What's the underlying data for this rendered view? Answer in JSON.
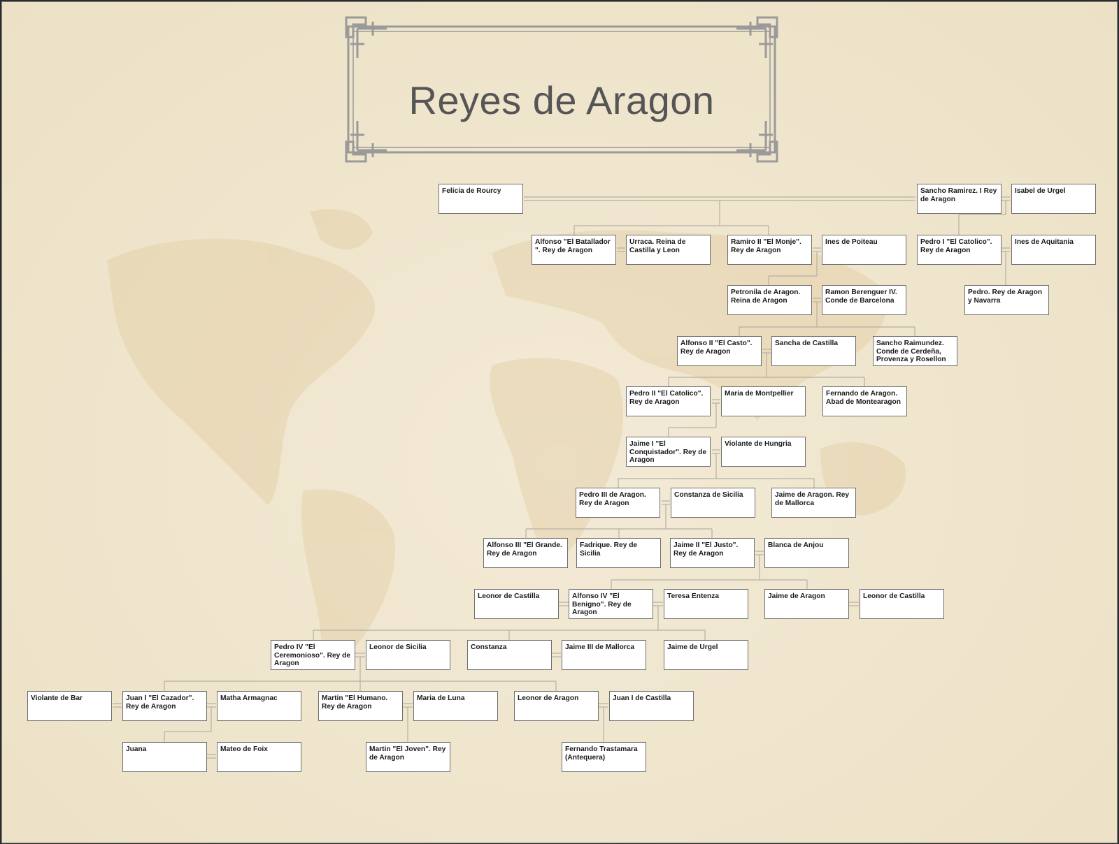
{
  "title": "Reyes de Aragon",
  "colors": {
    "background": "#efe5cc",
    "box_border": "#6f6f6f",
    "connector": "#b5b0a4",
    "title": "#555555"
  },
  "people": {
    "felicia": "Felicia de Rourcy",
    "sancho_ramirez": "Sancho Ramirez. I Rey de Aragon",
    "isabel_urgel": "Isabel de Urgel",
    "alfonso_batallador": "Alfonso \"El Batallador \". Rey de Aragon",
    "urraca": "Urraca. Reina de Castilla y Leon",
    "ramiro_ii": "Ramiro II \"El Monje\". Rey de Aragon",
    "ines_poiteau": "Ines de Poiteau",
    "pedro_i": "Pedro I \"El Catolico\". Rey de Aragon",
    "ines_aquitania": "Ines de Aquitania",
    "petronila": "Petronila de Aragon. Reina de Aragon",
    "ramon_berenguer": "Ramon Berenguer IV. Conde de Barcelona",
    "pedro_navarra": "Pedro. Rey de Aragon y Navarra",
    "alfonso_ii": "Alfonso II \"El Casto\". Rey de Aragon",
    "sancha_castilla": "Sancha de Castilla",
    "sancho_raimundez": "Sancho Raimundez. Conde de Cerdeña, Provenza y Rosellon",
    "pedro_ii": "Pedro II \"El Catolico\". Rey de Aragon",
    "maria_montpellier": "Maria de Montpellier",
    "fernando_abad": "Fernando de Aragon. Abad de Montearagon",
    "jaime_i": "Jaime I \"El Conquistador\". Rey de Aragon",
    "violante_hungria": "Violante de Hungria",
    "pedro_iii": "Pedro III de Aragon. Rey de Aragon",
    "constanza_sicilia": "Constanza de Sicilia",
    "jaime_mallorca": "Jaime de Aragon. Rey de Mallorca",
    "alfonso_iii": "Alfonso III \"El Grande. Rey de Aragon",
    "fadrique": "Fadrique. Rey de Sicilia",
    "jaime_ii": "Jaime II \"El Justo\". Rey de Aragon",
    "blanca_anjou": "Blanca de Anjou",
    "leonor_castilla_1": "Leonor de Castilla",
    "alfonso_iv": "Alfonso IV \"El Benigno\". Rey de Aragon",
    "teresa_entenza": "Teresa Entenza",
    "jaime_aragon": "Jaime de Aragon",
    "leonor_castilla_2": "Leonor de Castilla",
    "pedro_iv": "Pedro IV \"El Ceremonioso\". Rey de Aragon",
    "leonor_sicilia": "Leonor de Sicilia",
    "constanza": "Constanza",
    "jaime_iii_mallorca": "Jaime III de Mallorca",
    "jaime_urgel": "Jaime de Urgel",
    "violante_bar": "Violante de Bar",
    "juan_i": "Juan I \"El Cazador\". Rey de Aragon",
    "matha_armagnac": "Matha Armagnac",
    "martin_humano": "Martin \"El Humano. Rey de Aragon",
    "maria_luna": "Maria de Luna",
    "leonor_aragon": "Leonor de Aragon",
    "juan_i_castilla": "Juan I de Castilla",
    "juana": "Juana",
    "mateo_foix": "Mateo de Foix",
    "martin_joven": "Martin \"El Joven\". Rey de Aragon",
    "fernando_trastamara": "Fernando Trastamara (Antequera)"
  }
}
